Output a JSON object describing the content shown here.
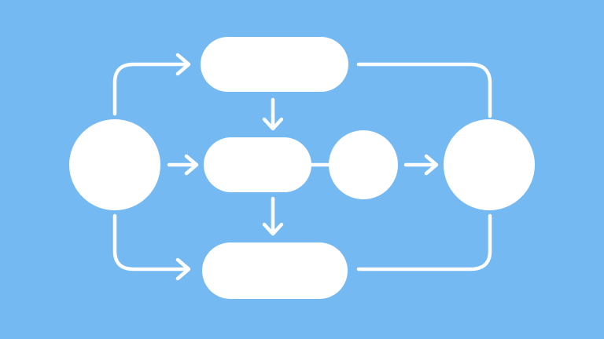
{
  "diagram": {
    "background": "#74b9f2",
    "foreground": "#ffffff",
    "nodes": [
      {
        "id": "start",
        "shape": "circle",
        "label": ""
      },
      {
        "id": "top-process",
        "shape": "pill",
        "label": ""
      },
      {
        "id": "middle-process",
        "shape": "pill",
        "label": ""
      },
      {
        "id": "junction",
        "shape": "circle",
        "label": ""
      },
      {
        "id": "bottom-process",
        "shape": "pill",
        "label": ""
      },
      {
        "id": "end",
        "shape": "circle",
        "label": ""
      }
    ],
    "connectors": [
      {
        "id": "start-to-top",
        "from": "start",
        "to": "top-process",
        "arrow": true
      },
      {
        "id": "start-to-middle",
        "from": "start",
        "to": "middle-process",
        "arrow": true
      },
      {
        "id": "start-to-bottom",
        "from": "start",
        "to": "bottom-process",
        "arrow": true
      },
      {
        "id": "top-to-middle",
        "from": "top-process",
        "to": "middle-process",
        "arrow": true
      },
      {
        "id": "middle-to-bottom",
        "from": "middle-process",
        "to": "bottom-process",
        "arrow": true
      },
      {
        "id": "middle-to-junction",
        "from": "middle-process",
        "to": "junction",
        "arrow": false
      },
      {
        "id": "junction-to-end",
        "from": "junction",
        "to": "end",
        "arrow": true
      },
      {
        "id": "top-to-end",
        "from": "top-process",
        "to": "end",
        "arrow": false
      },
      {
        "id": "bottom-to-end",
        "from": "bottom-process",
        "to": "end",
        "arrow": false
      }
    ]
  }
}
